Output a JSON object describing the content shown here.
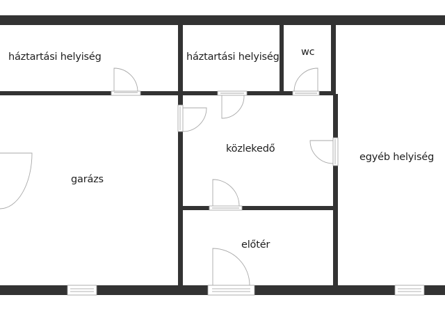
{
  "floorplan": {
    "wall_color": "#333333",
    "background": "#ffffff",
    "rooms": [
      {
        "id": "haztartasi-1",
        "label": "háztartási helyiség"
      },
      {
        "id": "haztartasi-2",
        "label": "háztartási helyiség"
      },
      {
        "id": "wc",
        "label": "wc"
      },
      {
        "id": "garazs",
        "label": "garázs"
      },
      {
        "id": "kozlekedo",
        "label": "közlekedő"
      },
      {
        "id": "egyeb",
        "label": "egyéb helyiség"
      },
      {
        "id": "eloter",
        "label": "előtér"
      }
    ]
  }
}
